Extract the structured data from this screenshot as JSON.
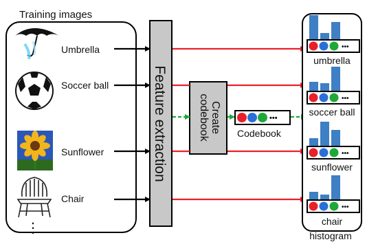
{
  "training": {
    "title": "Training images",
    "items": [
      {
        "label": "Umbrella",
        "icon": "umbrella-icon"
      },
      {
        "label": "Soccer ball",
        "icon": "soccer-ball-icon"
      },
      {
        "label": "Sunflower",
        "icon": "sunflower-icon"
      },
      {
        "label": "Chair",
        "icon": "chair-icon"
      }
    ],
    "more": "⋮"
  },
  "feature_extraction": {
    "label": "Feature extraction"
  },
  "create_codebook": {
    "line1": "Create",
    "line2": "codebook"
  },
  "codebook": {
    "label": "Codebook",
    "dots": [
      "#e8202a",
      "#2b6fd6",
      "#1fa83a"
    ],
    "ellipsis": "•••"
  },
  "histograms": {
    "label": "histogram",
    "items": [
      {
        "label": "umbrella",
        "bars": [
          0.9,
          0.25,
          0.65
        ]
      },
      {
        "label": "soccer ball",
        "bars": [
          0.35,
          0.3,
          0.9
        ]
      },
      {
        "label": "sunflower",
        "bars": [
          0.3,
          0.9,
          0.6
        ]
      },
      {
        "label": "chair",
        "bars": [
          0.3,
          0.2,
          0.9
        ]
      }
    ]
  },
  "colors": {
    "black_arrow": "#000000",
    "red_arrow": "#e8202a",
    "green_arrow": "#1fa83a",
    "box_fill": "#c8c8c8",
    "bar_color": "#3f7fc4"
  }
}
